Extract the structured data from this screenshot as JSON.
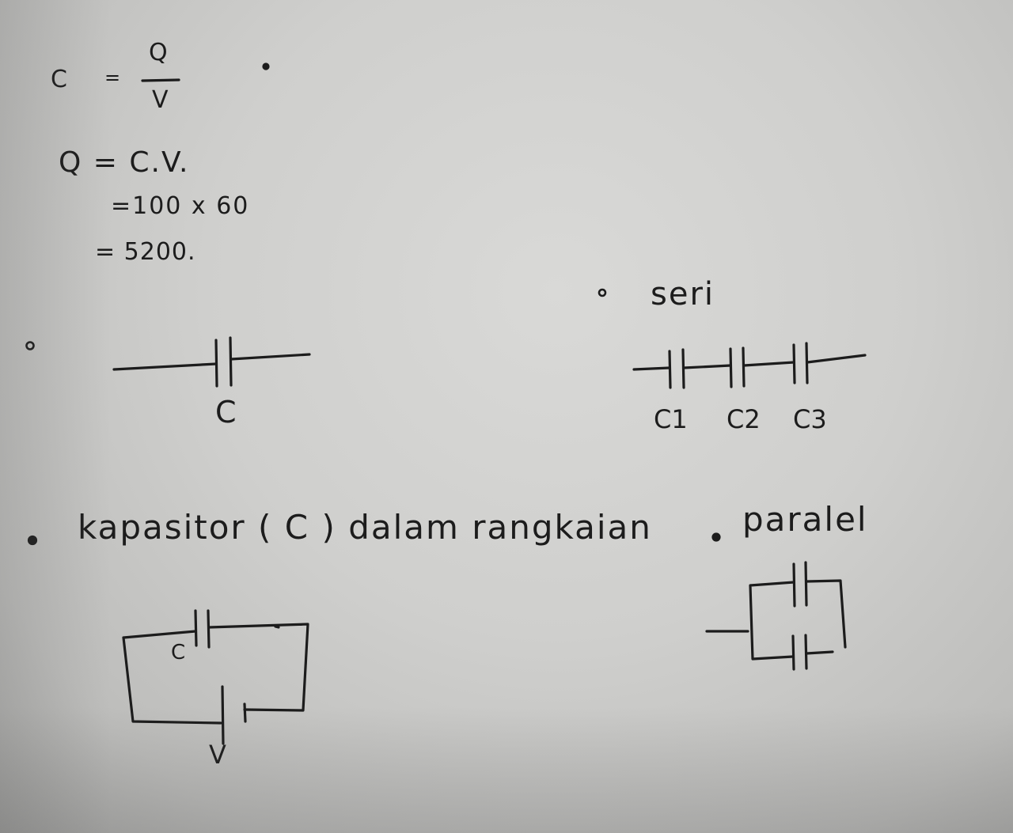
{
  "notes": {
    "formula_c": "C",
    "formula_eq": "=",
    "formula_numerator": "Q",
    "formula_denominator": "V",
    "line2": "Q = C.V.",
    "line3": "=100 x 60",
    "line4": "= 5200."
  },
  "labels": {
    "seri": "seri",
    "capacitor_single": "C",
    "c1": "C",
    "c1_sub": "1",
    "c2": "C",
    "c2_sub": "2",
    "c3": "C",
    "c3_sub": "3",
    "kapasitor_heading": "kapasitor ( C ) dalam rangkaian",
    "paralel": "paralel",
    "loop_capacitor": "C",
    "loop_voltage": "V"
  },
  "colors": {
    "paper": "#d4d4d2",
    "ink": "#1c1c1c"
  }
}
